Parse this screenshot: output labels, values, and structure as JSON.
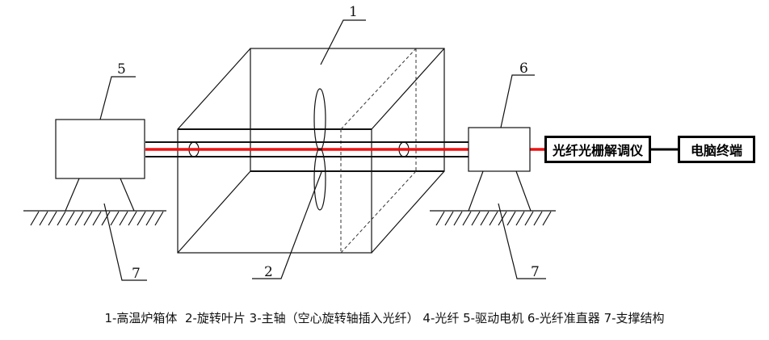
{
  "diagram": {
    "title": "高温炉旋转叶片光纤光栅测量系统示意图",
    "callouts": {
      "furnace": "1",
      "blade": "2",
      "motor": "5",
      "collimator": "6",
      "support_left": "7",
      "support_right": "7"
    },
    "devices": {
      "demodulator": "光纤光栅解调仪",
      "computer": "电脑终端"
    },
    "colors": {
      "fiber": "#ee1111",
      "line": "#111111"
    },
    "caption": "1-高温炉箱体  2-旋转叶片 3-主轴（空心旋转轴插入光纤） 4-光纤 5-驱动电机 6-光纤准直器 7-支撑结构",
    "legend": [
      {
        "id": "1",
        "label": "高温炉箱体"
      },
      {
        "id": "2",
        "label": "旋转叶片"
      },
      {
        "id": "3",
        "label": "主轴（空心旋转轴插入光纤）"
      },
      {
        "id": "4",
        "label": "光纤"
      },
      {
        "id": "5",
        "label": "驱动电机"
      },
      {
        "id": "6",
        "label": "光纤准直器"
      },
      {
        "id": "7",
        "label": "支撑结构"
      }
    ]
  }
}
